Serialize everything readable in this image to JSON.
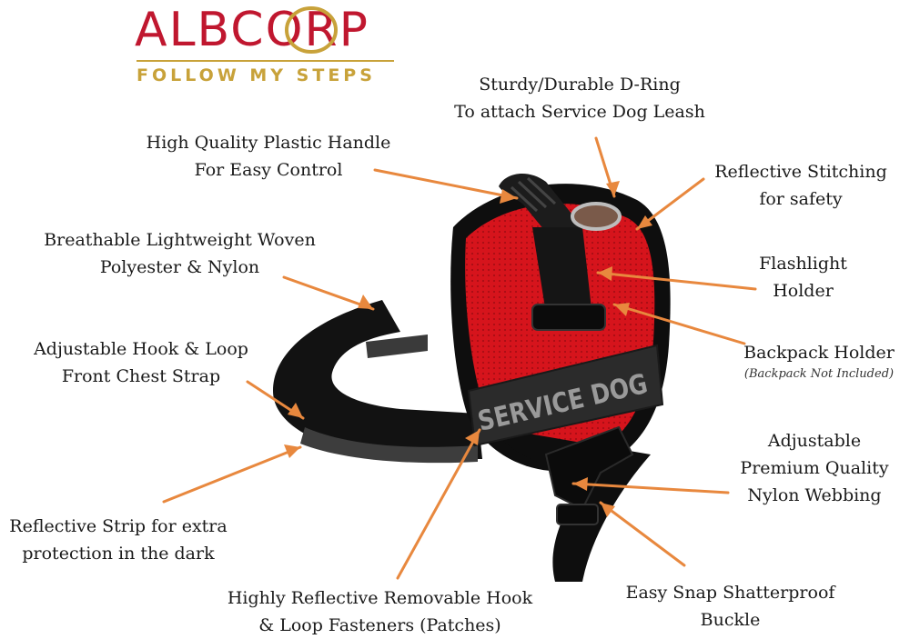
{
  "brand": {
    "name": "ALBCORP",
    "tagline": "FOLLOW MY STEPS",
    "colors": {
      "red": "#c0172f",
      "gold": "#c8a23a"
    }
  },
  "product": {
    "patch_text": "SERVICE DOG",
    "colors": {
      "mesh": "#d6141c",
      "webbing": "#111111",
      "patch": "#2b2b2b",
      "patch_text": "#9a9a9a"
    }
  },
  "arrow_color": "#e8883e",
  "callouts": {
    "d_ring": {
      "lines": [
        "Sturdy/Durable D-Ring",
        "To attach Service Dog Leash"
      ]
    },
    "handle": {
      "lines": [
        "High Quality Plastic Handle",
        "For Easy Control"
      ]
    },
    "stitching": {
      "lines": [
        "Reflective Stitching",
        "for safety"
      ]
    },
    "woven": {
      "lines": [
        "Breathable Lightweight Woven",
        "Polyester & Nylon"
      ]
    },
    "flashlight": {
      "lines": [
        "Flashlight",
        "Holder"
      ]
    },
    "chest_strap": {
      "lines": [
        "Adjustable Hook & Loop",
        "Front Chest Strap"
      ]
    },
    "backpack": {
      "lines": [
        "Backpack Holder"
      ],
      "note": "(Backpack Not Included)"
    },
    "webbing": {
      "lines": [
        "Adjustable",
        "Premium Quality",
        "Nylon Webbing"
      ]
    },
    "strip": {
      "lines": [
        "Reflective Strip for extra",
        "protection in the dark"
      ]
    },
    "patches": {
      "lines": [
        "Highly Reflective Removable Hook",
        "& Loop Fasteners (Patches)"
      ]
    },
    "buckle": {
      "lines": [
        "Easy Snap Shatterproof",
        "Buckle"
      ]
    }
  }
}
